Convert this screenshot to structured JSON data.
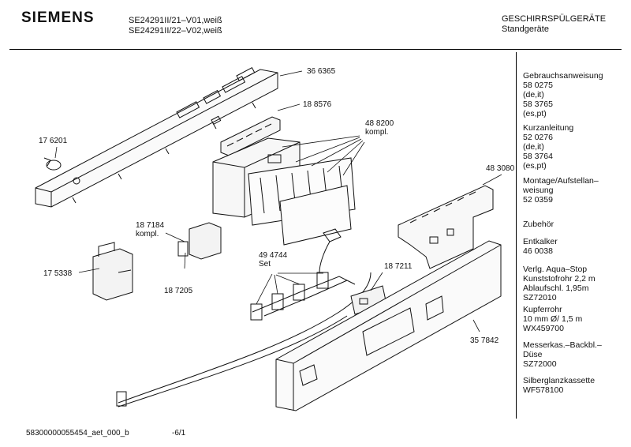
{
  "header": {
    "brand": "SIEMENS",
    "model_line1": "SE24291II/21–V01,weiß",
    "model_line2": "SE24291II/22–V02,weiß",
    "category": "GESCHIRRSPÜLGERÄTE",
    "subcategory": "Standgeräte"
  },
  "parts": {
    "p1": "36 6365",
    "p2": "18 8576",
    "p3_num": "48 8200",
    "p3_note": "kompl.",
    "p4": "17 6201",
    "p5": "48 3080",
    "p6_num": "18 7184",
    "p6_note": "kompl.",
    "p7_num": "49 4744",
    "p7_note": "Set",
    "p8": "17 5338",
    "p9": "18 7211",
    "p10": "18 7205",
    "p11": "35 7842"
  },
  "sidebar": {
    "g1": [
      "Gebrauchsanweisung",
      "58 0275",
      "(de,it)",
      "58 3765",
      "(es,pt)"
    ],
    "g2": [
      "Kurzanleitung",
      "52 0276",
      "(de,it)",
      "58 3764",
      "(es,pt)"
    ],
    "g3": [
      "Montage/Aufstellan–",
      "weisung",
      "52 0359"
    ],
    "g4": [
      "Zubehör"
    ],
    "g5": [
      "Entkalker",
      "46 0038"
    ],
    "g6": [
      "Verlg. Aqua–Stop",
      "Kunststofrohr 2,2 m",
      "Ablaufschl. 1,95m",
      "SZ72010"
    ],
    "g7": [
      "Kupferrohr",
      "10 mm Ø/ 1,5 m",
      "WX459700"
    ],
    "g8": [
      "Messerkas.–Backbl.–",
      "Düse",
      "SZ72000"
    ],
    "g9": [
      "Silberglanzkassette",
      "WF578100"
    ]
  },
  "footer": {
    "doc_id": "58300000055454_aet_000_b",
    "page": "-6/1"
  }
}
